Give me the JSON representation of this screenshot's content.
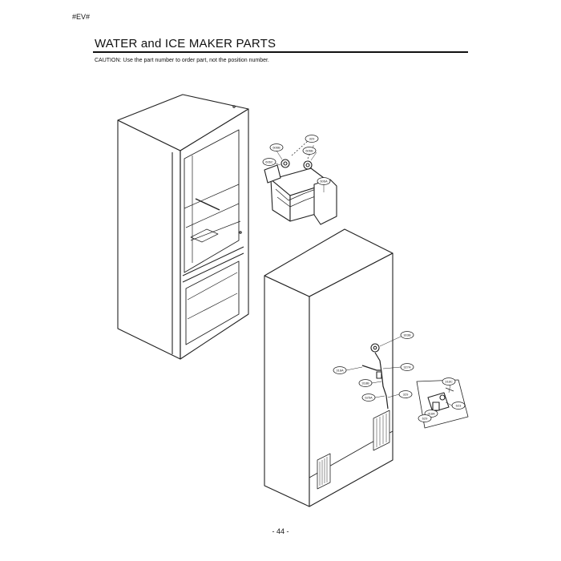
{
  "header": {
    "model_tag": "#EV#",
    "title": "WATER and ICE MAKER PARTS",
    "caution": "CAUTION: Use the part number to order part, not the position number."
  },
  "callouts": {
    "ice_maker": [
      "329",
      "606B",
      "606C",
      "606B",
      "606A"
    ],
    "water_line": [
      "303B",
      "318A",
      "327A",
      "318B",
      "625A",
      "329"
    ],
    "valve": [
      "318C",
      "318A",
      "623",
      "629"
    ]
  },
  "footer": {
    "page_number": "- 44 -"
  },
  "colors": {
    "line": "#222222",
    "fill": "#ffffff"
  }
}
